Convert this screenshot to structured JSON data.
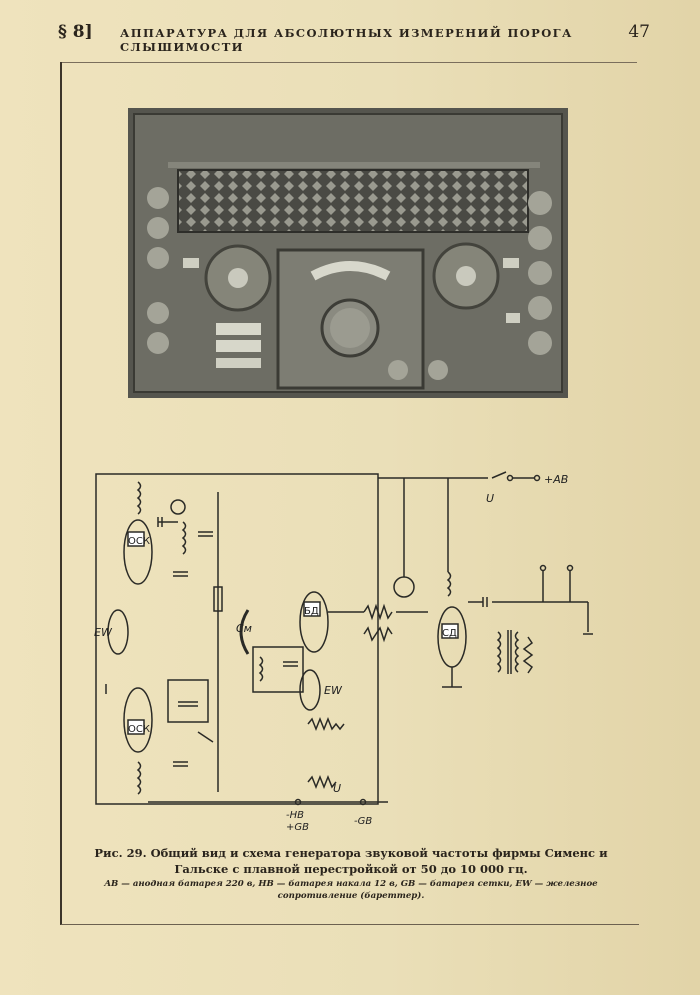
{
  "header": {
    "section": "§ 8]",
    "running_title": "АППАРАТУРА ДЛЯ АБСОЛЮТНЫХ ИЗМЕРЕНИЙ ПОРОГА СЛЫШИМОСТИ",
    "page_number": "47"
  },
  "schematic_labels": {
    "ab": "+AB",
    "u_top": "U",
    "osk_top": "ОСК",
    "osk_bottom": "ОСК",
    "ew_left": "EW",
    "ew_right": "EW",
    "cm": "Cм",
    "bd": "БД",
    "sd": "СД",
    "u_bottom": "U",
    "hb": "-HB",
    "gb_plus": "+GB",
    "gb_minus": "-GB"
  },
  "caption": "Рис. 29. Общий вид и схема генератора звуковой частоты фирмы Сименс и Гальске с плавной перестройкой от 50 до 10 000 гц.",
  "note": "AB — анодная батарея 220 в, HB — батарея накала 12 в, GB — батарея сетки, EW — железное сопротивление (бареттер)."
}
